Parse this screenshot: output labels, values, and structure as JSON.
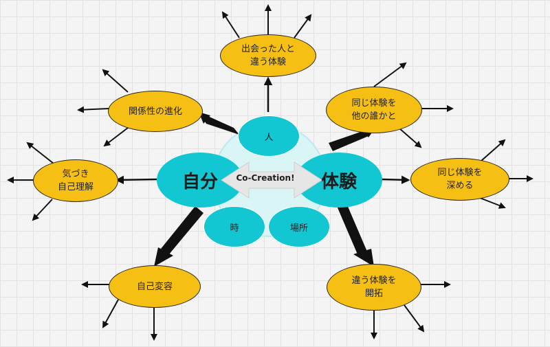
{
  "center": {
    "label": "Co-Creation!",
    "left": "自分",
    "right": "体験",
    "top": "人",
    "bottom_left": "時",
    "bottom_right": "場所"
  },
  "nodes": {
    "top": "出会った人と\n違う体験",
    "relationship": "関係性の進化",
    "awareness": "気づき\n自己理解",
    "self_change": "自己変容",
    "share": "同じ体験を\n他の誰かと",
    "deepen": "同じ体験を\n深める",
    "pioneer": "違う体験を\n開拓"
  },
  "colors": {
    "yellow": "#f5bf14",
    "cyan": "#12c6d2",
    "arrow": "#111111",
    "white_arrow": "#e6e6e6"
  }
}
